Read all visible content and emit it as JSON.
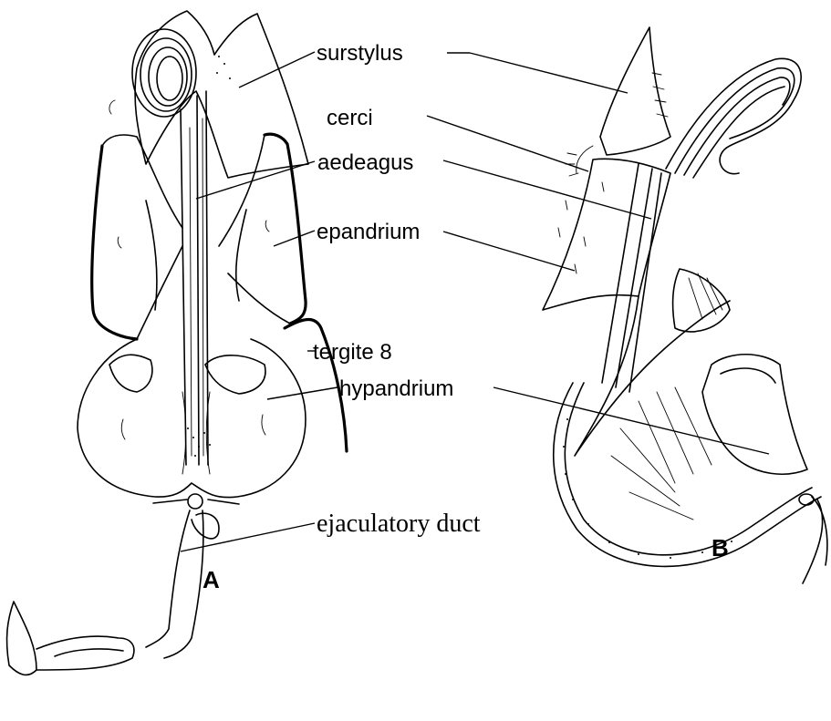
{
  "labels": {
    "surstylus": "surstylus",
    "cerci": "cerci",
    "aedeagus": "aedeagus",
    "epandrium": "epandrium",
    "tergite8": "tergite 8",
    "hypandrium": "hypandrium",
    "ejaculatory_duct": "ejaculatory duct"
  },
  "panels": {
    "a": "A",
    "b": "B"
  }
}
